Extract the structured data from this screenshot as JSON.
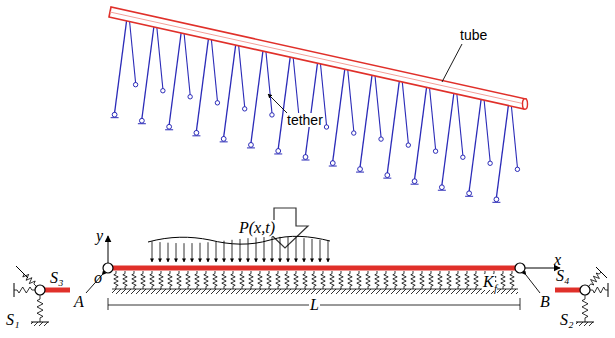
{
  "diagram": {
    "labels": [
      "tube",
      "tether",
      "y",
      "o",
      "x",
      "P(x,t)",
      "K",
      "f",
      "A",
      "B",
      "L",
      "S₃",
      "S₁",
      "S₄",
      "S₂"
    ]
  }
}
